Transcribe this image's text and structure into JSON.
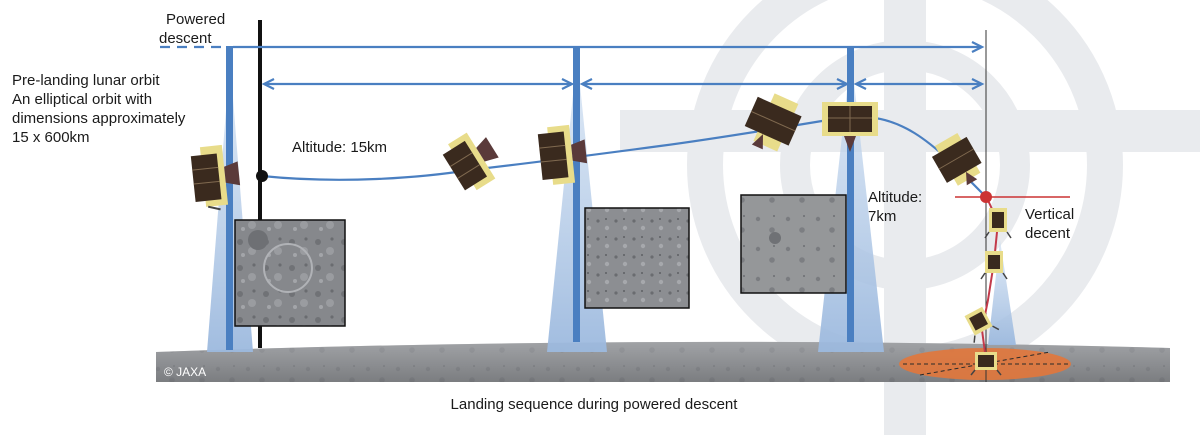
{
  "labels": {
    "powered_descent": [
      "Powered",
      "descent"
    ],
    "orbit": [
      "Pre-landing lunar orbit",
      "An elliptical orbit with",
      "dimensions approximately",
      "15 x 600km"
    ],
    "altitude_15": "Altitude: 15km",
    "altitude_7": [
      "Altitude:",
      "7km"
    ],
    "vertical_descent": [
      "Vertical",
      "decent"
    ],
    "copyright": "© JAXA",
    "caption": "Landing sequence during powered descent"
  },
  "colors": {
    "accent_blue": "#4a7fc1",
    "beam": "#aac3e2",
    "landing_zone": "#e2773b",
    "marker_red": "#cc3333",
    "ground": "#8a8c90",
    "watermark": "#e9ebee",
    "spacecraft_body": "#3a2a1e",
    "spacecraft_foil": "#e8dc8a"
  }
}
